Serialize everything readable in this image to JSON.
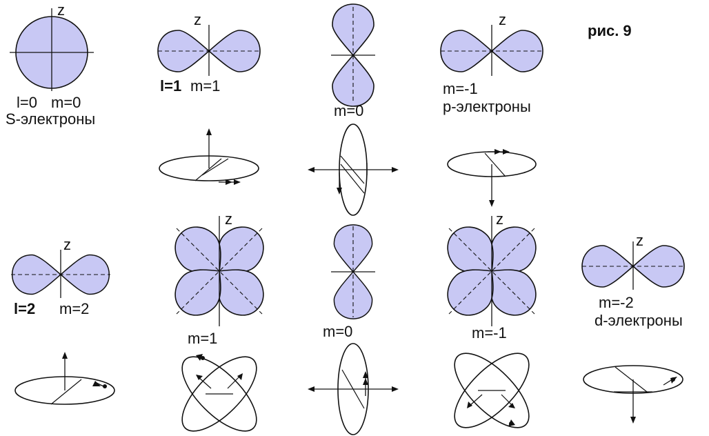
{
  "figure_label": "рис. 9",
  "axis_label": "z",
  "s_block": {
    "l_label": "l=0",
    "m_label": "m=0",
    "group_label": "S-электроны"
  },
  "p_block": {
    "l_label": "l=1",
    "m_labels": [
      "m=1",
      "m=0",
      "m=-1"
    ],
    "group_label": "p-электроны"
  },
  "d_block": {
    "l_label": "l=2",
    "m_labels": [
      "m=2",
      "m=1",
      "m=0",
      "m=-1",
      "m=-2"
    ],
    "group_label": "d-электроны"
  },
  "colors": {
    "lobe_fill": "#c8c8f4",
    "outline": "#111111"
  }
}
